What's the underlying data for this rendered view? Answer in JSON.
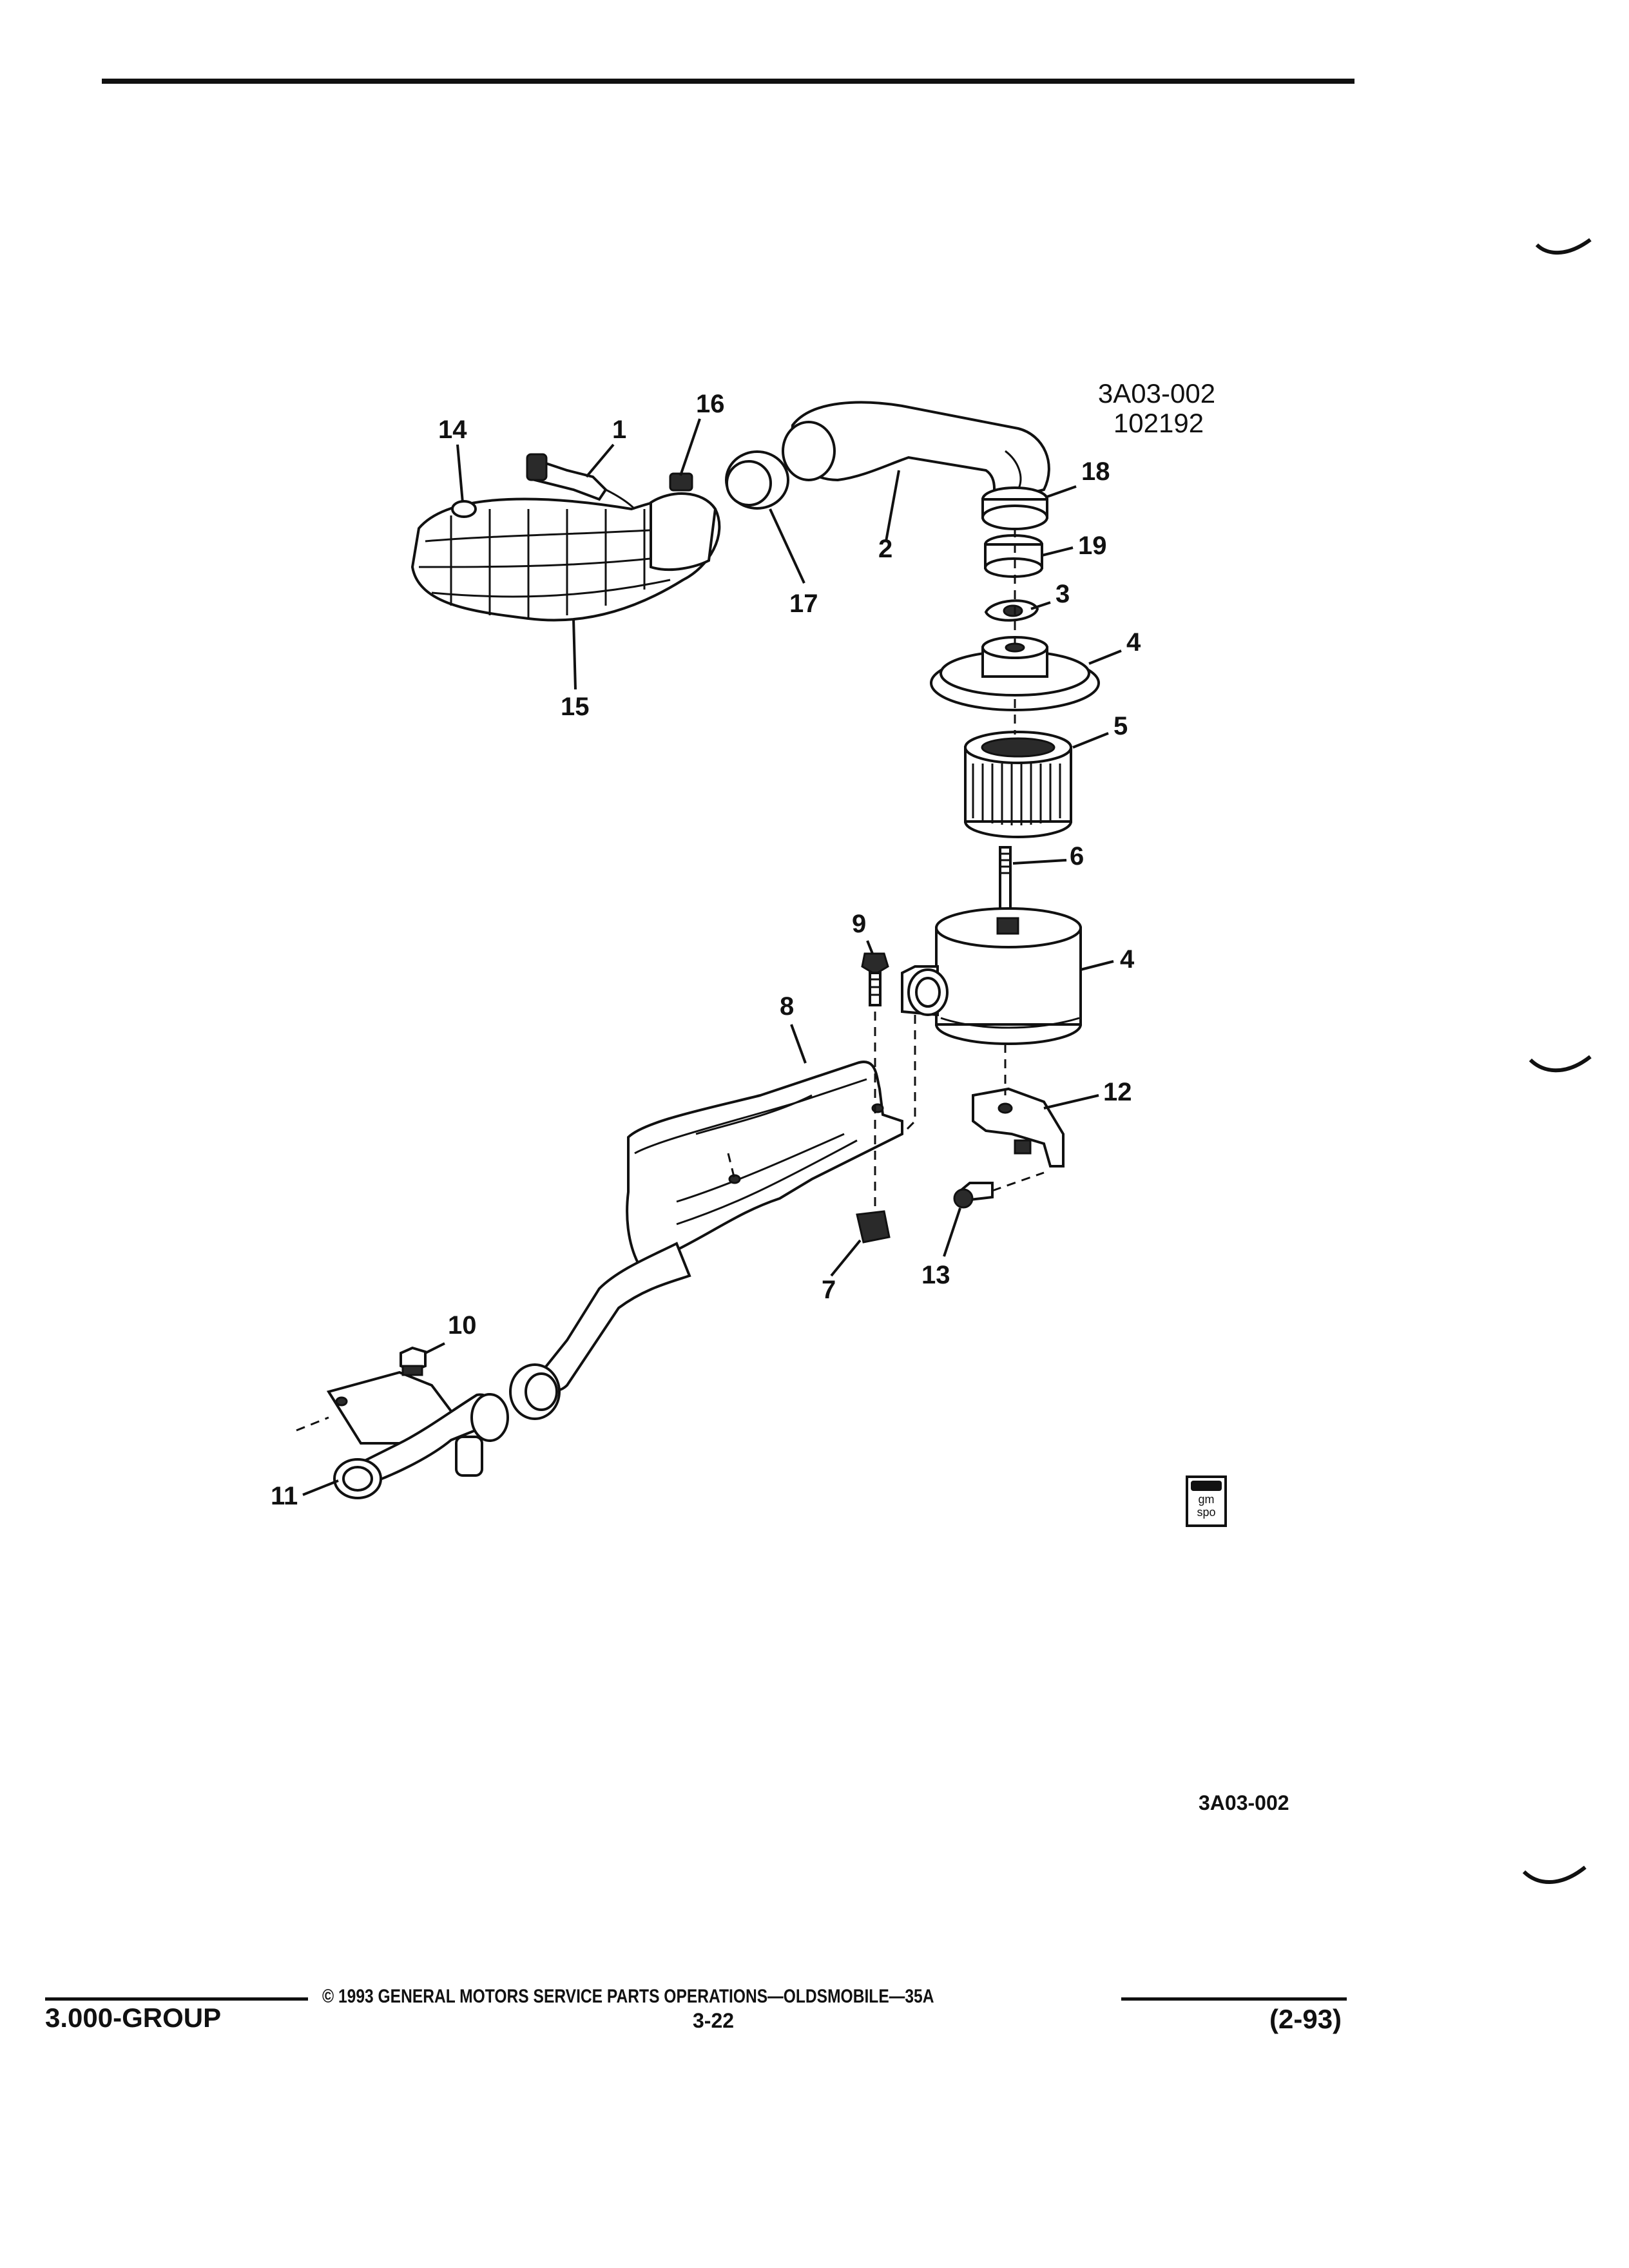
{
  "figure": {
    "header_code": "3A03-002",
    "header_date": "102192",
    "footer_code": "3A03-002"
  },
  "callouts": [
    {
      "id": "c1",
      "label": "1"
    },
    {
      "id": "c2",
      "label": "2"
    },
    {
      "id": "c3",
      "label": "3"
    },
    {
      "id": "c4a",
      "label": "4"
    },
    {
      "id": "c4b",
      "label": "4"
    },
    {
      "id": "c5",
      "label": "5"
    },
    {
      "id": "c6",
      "label": "6"
    },
    {
      "id": "c7",
      "label": "7"
    },
    {
      "id": "c8",
      "label": "8"
    },
    {
      "id": "c9",
      "label": "9"
    },
    {
      "id": "c10",
      "label": "10"
    },
    {
      "id": "c11",
      "label": "11"
    },
    {
      "id": "c12",
      "label": "12"
    },
    {
      "id": "c13",
      "label": "13"
    },
    {
      "id": "c14",
      "label": "14"
    },
    {
      "id": "c15",
      "label": "15"
    },
    {
      "id": "c16",
      "label": "16"
    },
    {
      "id": "c17",
      "label": "17"
    },
    {
      "id": "c18",
      "label": "18"
    },
    {
      "id": "c19",
      "label": "19"
    }
  ],
  "logo": {
    "lines": [
      "gm",
      "spo"
    ]
  },
  "footer": {
    "copyright": "© 1993 GENERAL MOTORS SERVICE PARTS OPERATIONS—OLDSMOBILE—35A",
    "group": "3.000-GROUP",
    "page": "3-22",
    "date": "(2-93)"
  }
}
